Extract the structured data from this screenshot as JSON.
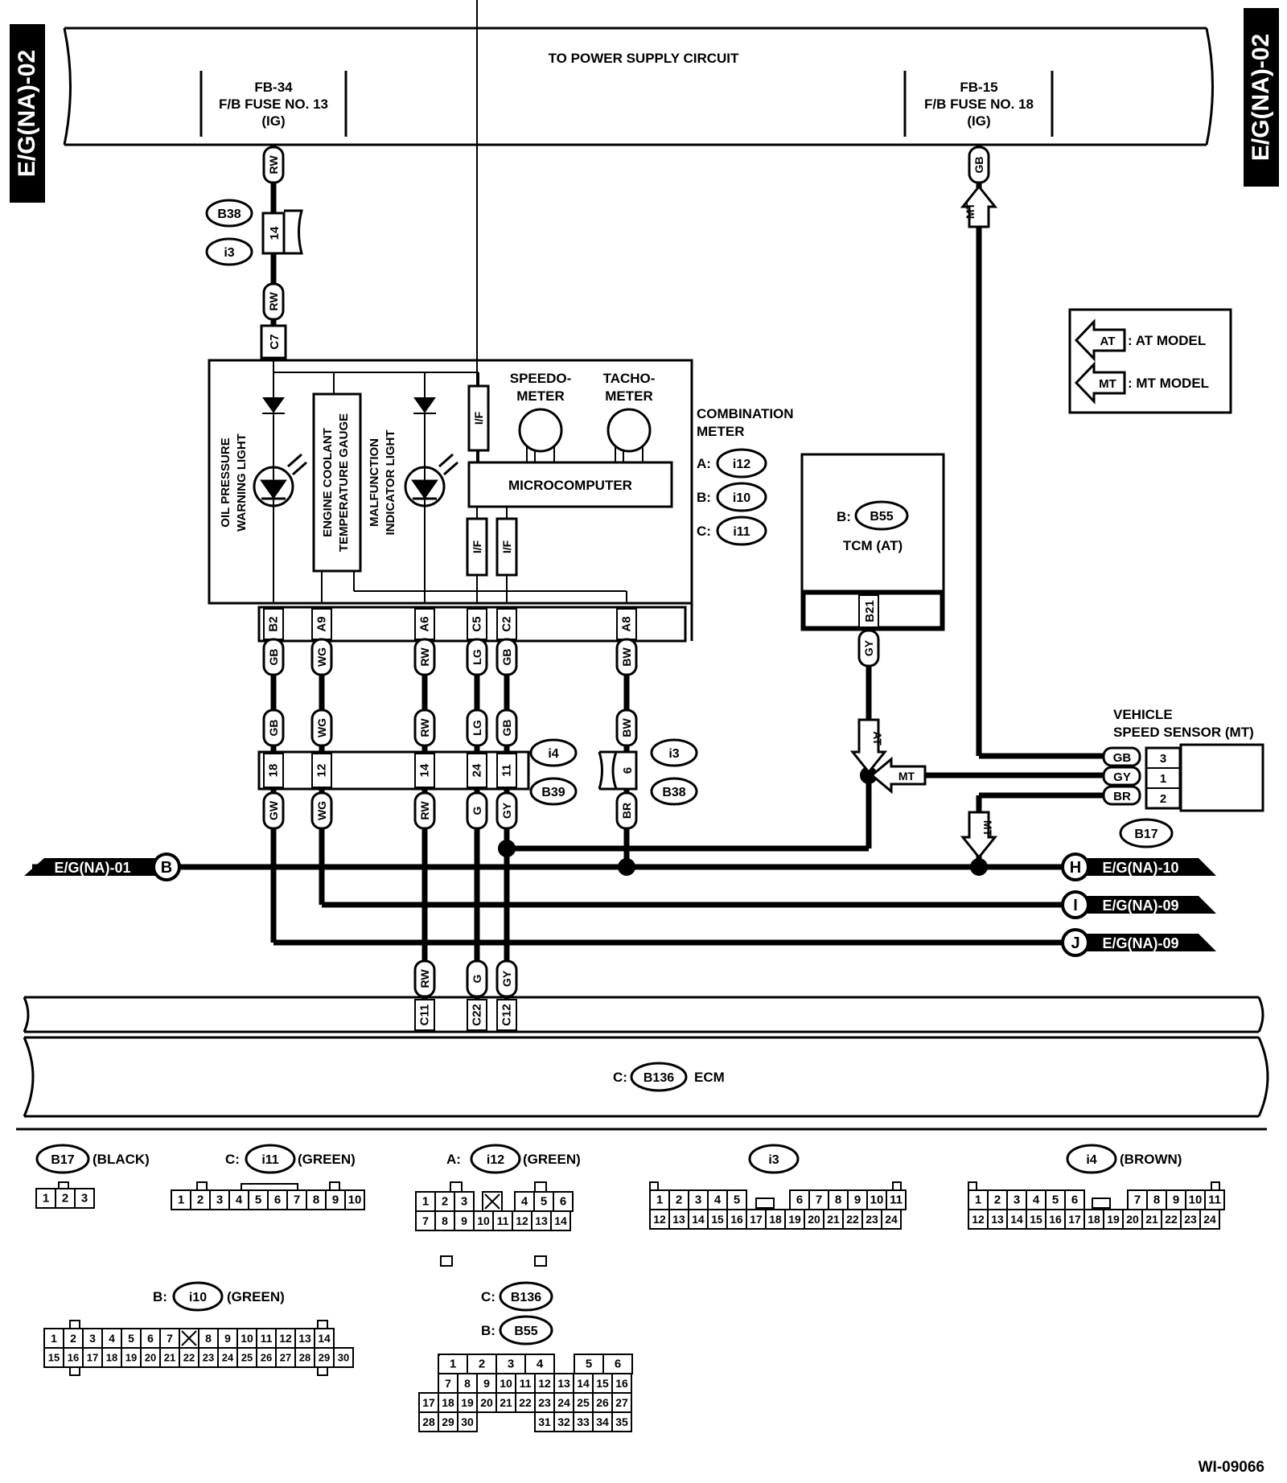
{
  "side_tabs": {
    "left": "E/G(NA)-02",
    "right": "E/G(NA)-02"
  },
  "power": {
    "title": "TO POWER SUPPLY CIRCUIT",
    "fuse_left": {
      "line1": "FB-34",
      "line2": "F/B FUSE NO. 13",
      "line3": "(IG)"
    },
    "fuse_right": {
      "line1": "FB-15",
      "line2": "F/B FUSE NO. 18",
      "line3": "(IG)"
    }
  },
  "legend": {
    "at_tag": "AT",
    "at_text": ": AT MODEL",
    "mt_tag": "MT",
    "mt_text": ": MT MODEL"
  },
  "meter": {
    "speedo_1": "SPEEDO-",
    "speedo_2": "METER",
    "tacho_1": "TACHO-",
    "tacho_2": "METER",
    "oil_1": "OIL PRESSURE",
    "oil_2": "WARNING LIGHT",
    "coolant_1": "ENGINE COOLANT",
    "coolant_2": "TEMPERATURE GAUGE",
    "mil_1": "MALFUNCTION",
    "mil_2": "INDICATOR LIGHT",
    "micro": "MICROCOMPUTER",
    "if_label": "I/F",
    "title_1": "COMBINATION",
    "title_2": "METER",
    "conn_a_prefix": "A:",
    "conn_a": "i12",
    "conn_b_prefix": "B:",
    "conn_b": "i10",
    "conn_c_prefix": "C:",
    "conn_c": "i11"
  },
  "pins_meter": [
    "B2",
    "A9",
    "A6",
    "C5",
    "C2",
    "A8"
  ],
  "tcm": {
    "prefix": "B:",
    "conn": "B55",
    "name": "TCM (AT)",
    "pin": "B21",
    "wire": "GY"
  },
  "sensor": {
    "title_1": "VEHICLE",
    "title_2": "SPEED SENSOR (MT)",
    "conn": "B17",
    "rows": [
      {
        "wire": "GB",
        "pin": "3"
      },
      {
        "wire": "GY",
        "pin": "1"
      },
      {
        "wire": "BR",
        "pin": "2"
      }
    ]
  },
  "wires": {
    "rw": "RW",
    "gb": "GB",
    "wg": "WG",
    "lg": "LG",
    "bw": "BW",
    "gw": "GW",
    "g": "G",
    "gy": "GY",
    "br": "BR",
    "mt": "MT",
    "at": "AT"
  },
  "joint": {
    "conn_top": "B38",
    "conn_bottom": "i3",
    "pin": "14",
    "meter_conn": "C7"
  },
  "joint2": {
    "conn_top": "i4",
    "conn_bottom": "B39",
    "pins": [
      "18",
      "12",
      "14",
      "24",
      "11"
    ],
    "conn3_top": "i3",
    "conn3_bottom": "B38",
    "pin3": "6"
  },
  "offpage": {
    "left": {
      "text": "E/G(NA)-01",
      "letter": "B"
    },
    "right": [
      {
        "letter": "H",
        "text": "E/G(NA)-10"
      },
      {
        "letter": "I",
        "text": "E/G(NA)-09"
      },
      {
        "letter": "J",
        "text": "E/G(NA)-09"
      }
    ]
  },
  "ecm": {
    "prefix": "C:",
    "conn": "B136",
    "name": "ECM",
    "pins": [
      "C11",
      "C22",
      "C12"
    ]
  },
  "connector_views": {
    "b17": {
      "id": "B17",
      "color": "(BLACK)",
      "pins": [
        "1",
        "2",
        "3"
      ]
    },
    "i11": {
      "prefix": "C:",
      "id": "i11",
      "color": "(GREEN)",
      "pins": [
        "1",
        "2",
        "3",
        "4",
        "5",
        "6",
        "7",
        "8",
        "9",
        "10"
      ]
    },
    "i12": {
      "prefix": "A:",
      "id": "i12",
      "color": "(GREEN)",
      "row1": [
        "1",
        "2",
        "3",
        "",
        "4",
        "5",
        "6"
      ],
      "row2": [
        "7",
        "8",
        "9",
        "10",
        "11",
        "12",
        "13",
        "14"
      ]
    },
    "i3": {
      "id": "i3",
      "row1": [
        "1",
        "2",
        "3",
        "4",
        "5",
        "6",
        "7",
        "8",
        "9",
        "10",
        "11"
      ],
      "row2": [
        "12",
        "13",
        "14",
        "15",
        "16",
        "17",
        "18",
        "19",
        "20",
        "21",
        "22",
        "23",
        "24"
      ]
    },
    "i4": {
      "id": "i4",
      "color": "(BROWN)",
      "row1": [
        "1",
        "2",
        "3",
        "4",
        "5",
        "6",
        "7",
        "8",
        "9",
        "10",
        "11"
      ],
      "row2": [
        "12",
        "13",
        "14",
        "15",
        "16",
        "17",
        "18",
        "19",
        "20",
        "21",
        "22",
        "23",
        "24"
      ]
    },
    "i10": {
      "prefix": "B:",
      "id": "i10",
      "color": "(GREEN)",
      "row1": [
        "1",
        "2",
        "3",
        "4",
        "5",
        "6",
        "7",
        "",
        "8",
        "9",
        "10",
        "11",
        "12",
        "13",
        "14"
      ],
      "row2": [
        "15",
        "16",
        "17",
        "18",
        "19",
        "20",
        "21",
        "22",
        "23",
        "24",
        "25",
        "26",
        "27",
        "28",
        "29",
        "30"
      ]
    },
    "b136": {
      "prefix_c": "C:",
      "id_c": "B136",
      "prefix_b": "B:",
      "id_b": "B55",
      "row1": [
        "1",
        "2",
        "3",
        "4",
        "5",
        "6"
      ],
      "row2": [
        "7",
        "8",
        "9",
        "10",
        "11",
        "12",
        "13",
        "14",
        "15",
        "16"
      ],
      "row3": [
        "17",
        "18",
        "19",
        "20",
        "21",
        "22",
        "23",
        "24",
        "25",
        "26",
        "27"
      ],
      "row4": [
        "28",
        "29",
        "30",
        "31",
        "32",
        "33",
        "34",
        "35"
      ]
    }
  },
  "footer": {
    "code": "WI-09066"
  }
}
